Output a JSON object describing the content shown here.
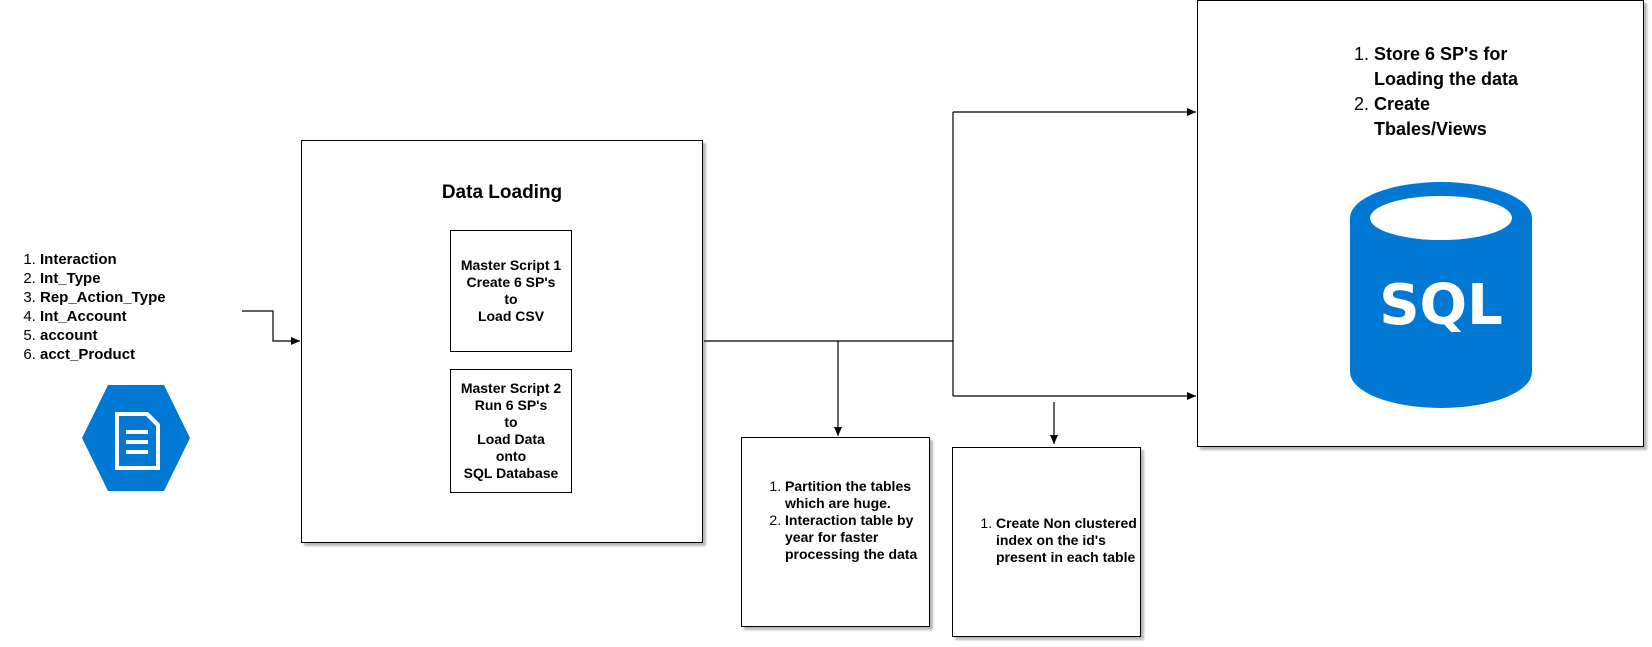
{
  "source_list": {
    "items": [
      "Interaction",
      "Int_Type",
      "Rep_Action_Type",
      "Int_Account",
      "account",
      "acct_Product"
    ]
  },
  "data_loading": {
    "title": "Data Loading",
    "script1": "Master Script 1\nCreate 6 SP's\nto\nLoad CSV",
    "script2": "Master Script 2\nRun 6 SP's\nto\nLoad Data\nonto\nSQL Database"
  },
  "target": {
    "items": [
      "Store 6 SP's for Loading the data",
      "Create Tbales/Views"
    ],
    "icon_text": "SQL"
  },
  "note_partition": {
    "items": [
      "Partition the tables which are huge.",
      "Interaction table by year for faster processing the data"
    ]
  },
  "note_index": {
    "items": [
      "Create Non clustered index on the id's present in each table"
    ]
  },
  "icons": {
    "file": "document-hexagon-icon",
    "database": "sql-database-icon"
  },
  "colors": {
    "icon_blue": "#0078d4",
    "line": "#000000"
  }
}
